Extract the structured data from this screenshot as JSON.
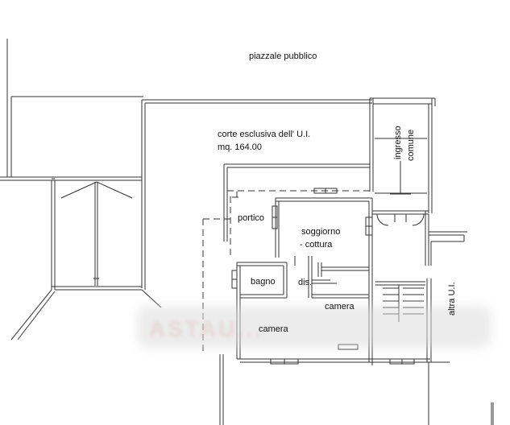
{
  "labels": {
    "piazzale": "piazzale pubblico",
    "corte_line1": "corte esclusiva dell' U.I.",
    "corte_line2": "mq. 164.00",
    "ingresso_line1": "ingresso",
    "ingresso_line2": "comune",
    "portico": "portico",
    "soggiorno_line1": "soggiorno",
    "soggiorno_line2": "- cottura",
    "bagno": "bagno",
    "dis": "dis.",
    "camera_small": "camera",
    "camera_large": "camera",
    "altra_ui": "altra U.I."
  },
  "watermark": {
    "text": "ASTAU..."
  },
  "colors": {
    "line": "#333333",
    "background": "#ffffff"
  }
}
